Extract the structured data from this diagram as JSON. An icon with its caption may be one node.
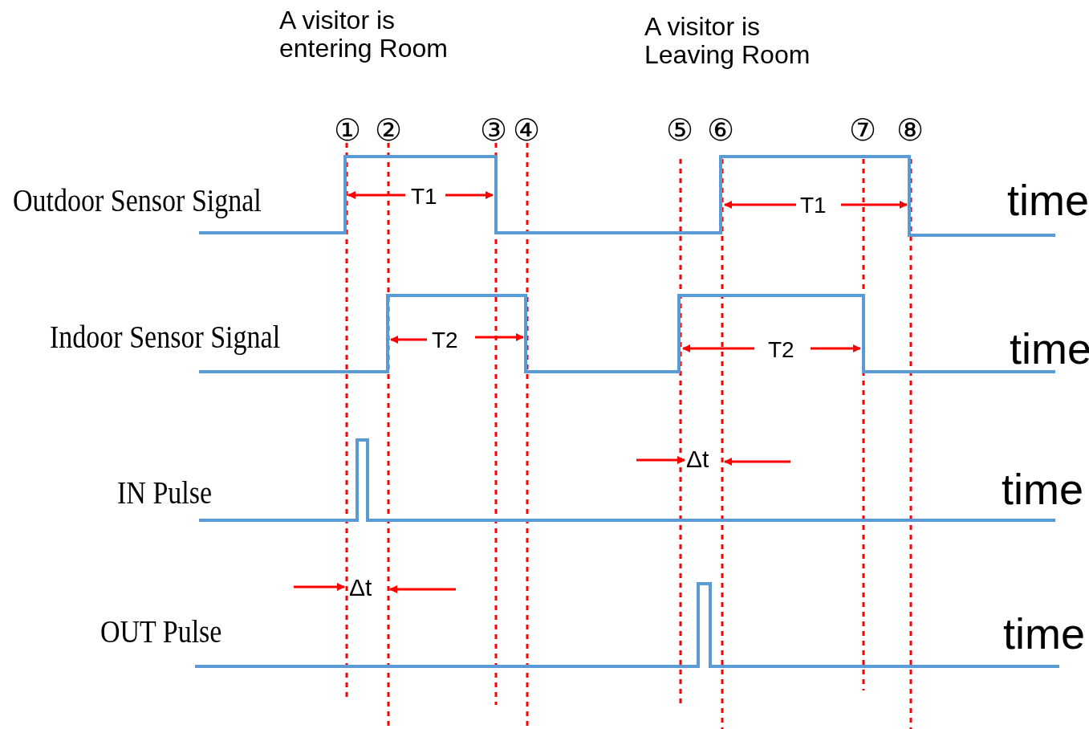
{
  "diagram": {
    "labels": [
      "A visitor is entering Room",
      "A visitor is Leaving Room",
      "①",
      "②",
      "③",
      "④",
      "⑤",
      "⑥",
      "⑦",
      "⑧",
      "Outdoor Sensor Signal",
      "T1",
      "T1",
      "time",
      "Indoor Sensor Signal",
      "T2",
      "T2",
      "time",
      "Δt",
      "IN Pulse",
      "time",
      "Δt",
      "OUT Pulse",
      "time"
    ]
  }
}
